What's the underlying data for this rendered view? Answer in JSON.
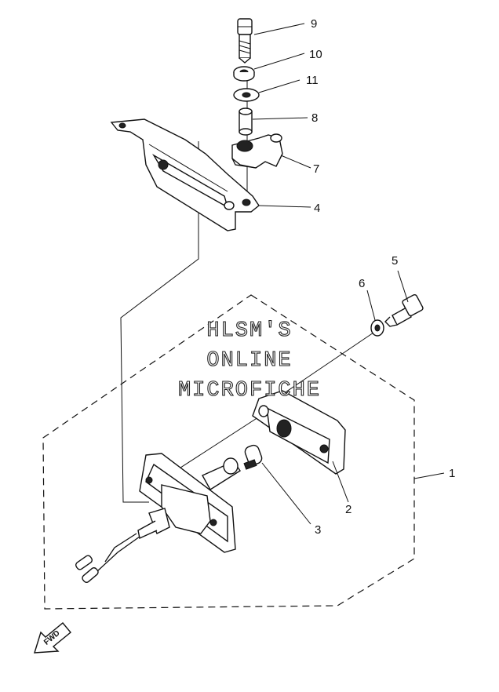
{
  "watermark": {
    "line1": "HLSM'S",
    "line2": "ONLINE",
    "line3": "MICROFICHE"
  },
  "direction_marker": "FWD",
  "callouts": [
    {
      "id": "9",
      "label": "9"
    },
    {
      "id": "10",
      "label": "10"
    },
    {
      "id": "11",
      "label": "11"
    },
    {
      "id": "8",
      "label": "8"
    },
    {
      "id": "7",
      "label": "7"
    },
    {
      "id": "4",
      "label": "4"
    },
    {
      "id": "5",
      "label": "5"
    },
    {
      "id": "6",
      "label": "6"
    },
    {
      "id": "1",
      "label": "1"
    },
    {
      "id": "2",
      "label": "2"
    },
    {
      "id": "3",
      "label": "3"
    }
  ]
}
